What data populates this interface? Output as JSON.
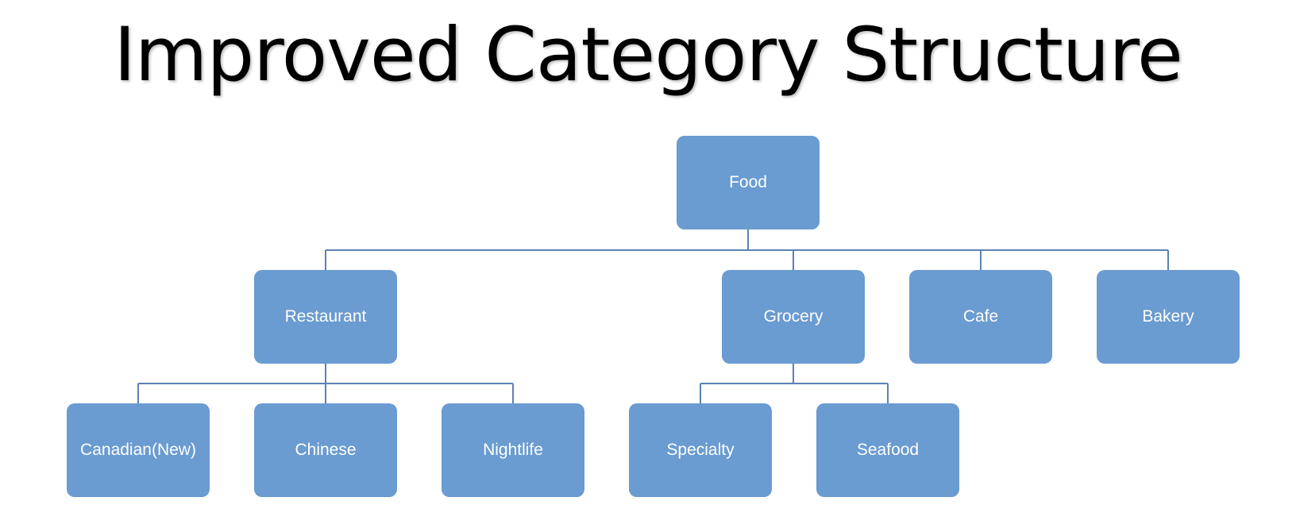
{
  "title": "Improved Category Structure",
  "colors": {
    "node_fill": "#6a9bd1",
    "connector": "#5b82b4",
    "node_text": "#ffffff"
  },
  "tree": {
    "root": "Food",
    "level2": [
      "Restaurant",
      "Grocery",
      "Cafe",
      "Bakery"
    ],
    "restaurant_children": [
      "Canadian(New)",
      "Chinese",
      "Nightlife"
    ],
    "grocery_children": [
      "Specialty",
      "Seafood"
    ]
  }
}
